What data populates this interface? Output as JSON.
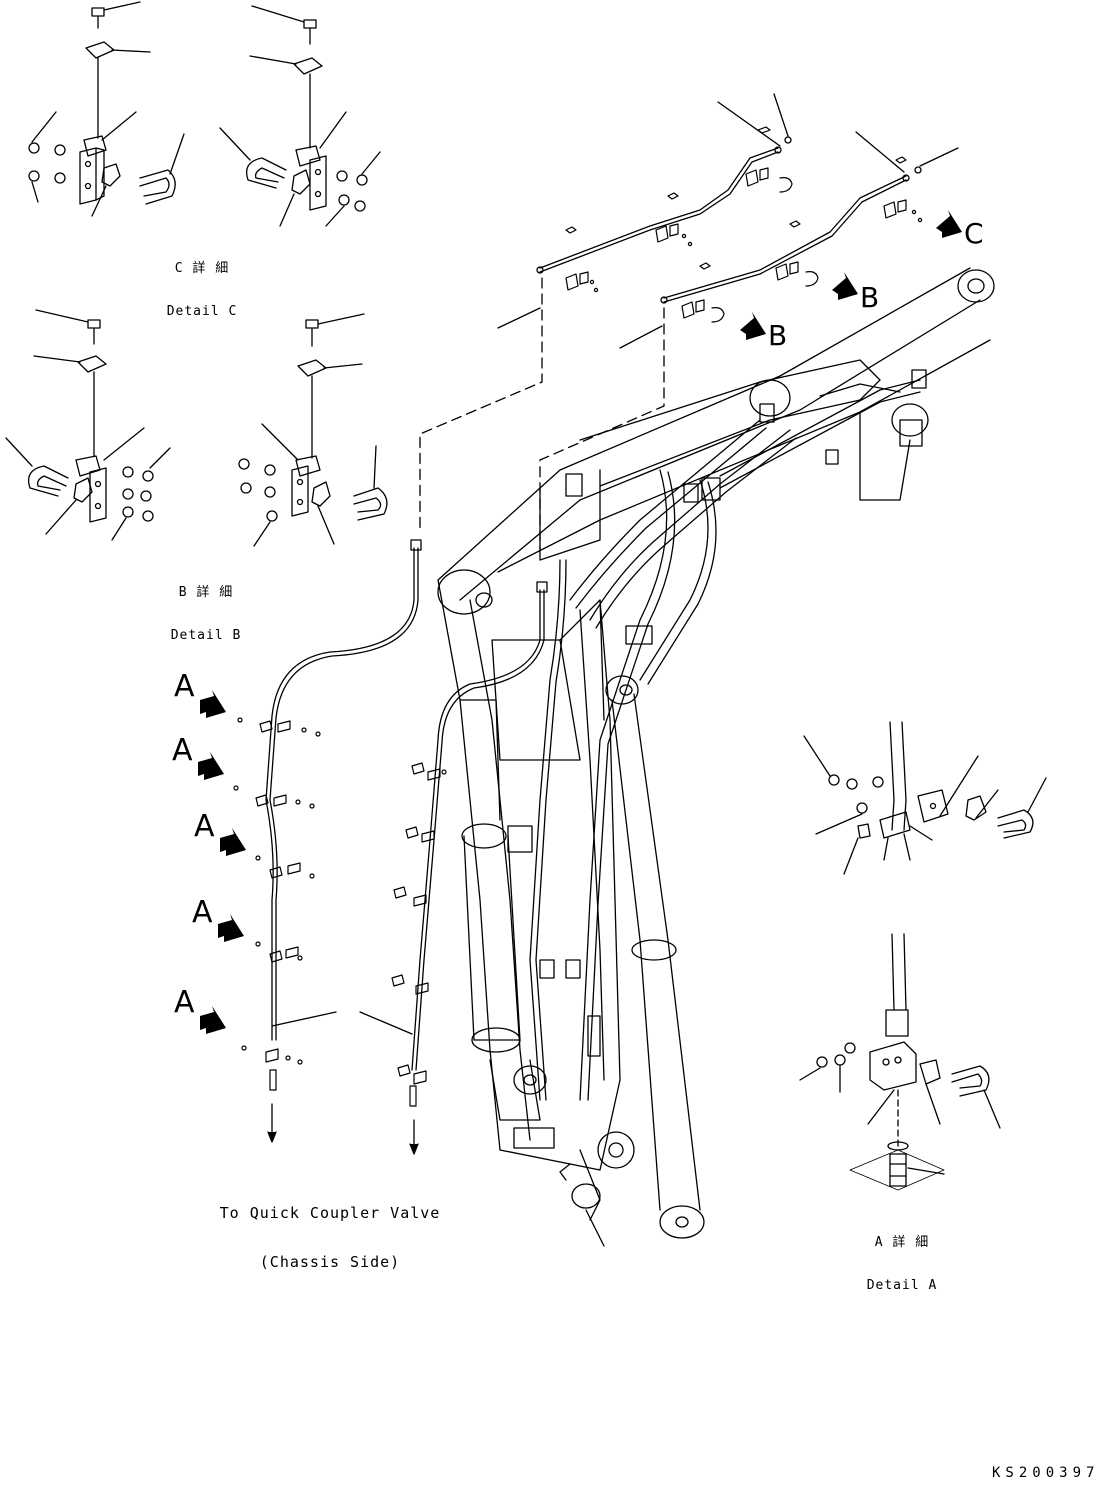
{
  "details": {
    "c": {
      "jp": "C 詳 細",
      "en": "Detail C"
    },
    "b": {
      "jp": "B 詳 細",
      "en": "Detail B"
    },
    "a": {
      "jp": "A 詳 細",
      "en": "Detail A"
    }
  },
  "callouts": {
    "a": "A",
    "b": "B",
    "c": "C"
  },
  "note": {
    "line1": "To Quick Coupler Valve",
    "line2": "(Chassis Side)"
  },
  "drawing_code": "KS200397",
  "colors": {
    "ink": "#000000",
    "paper": "#ffffff"
  }
}
